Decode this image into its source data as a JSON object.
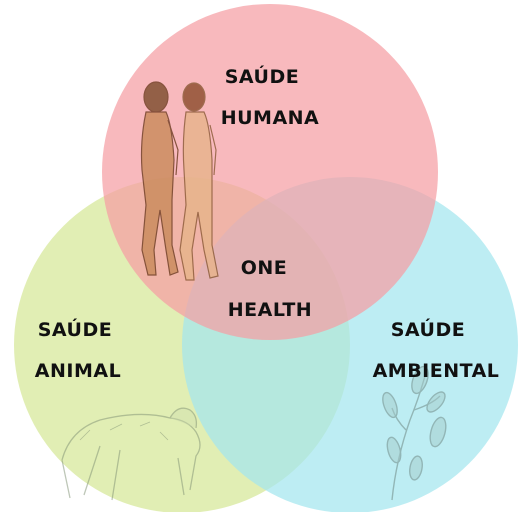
{
  "diagram": {
    "circles": {
      "human": {
        "lines": [
          "SAÚDE",
          "HUMANA"
        ],
        "color": "#f7a7ab"
      },
      "animal": {
        "lines": [
          "SAÚDE",
          "ANIMAL"
        ],
        "color": "#d8e99a"
      },
      "environment": {
        "lines": [
          "SAÚDE",
          "AMBIENTAL"
        ],
        "color": "#a8e8ee"
      }
    },
    "center": {
      "lines": [
        "ONE",
        "HEALTH"
      ]
    },
    "illustrations": {
      "human": "walking-humans-icon",
      "animal": "primate-icon",
      "environment": "bacteria-plant-icon"
    }
  }
}
